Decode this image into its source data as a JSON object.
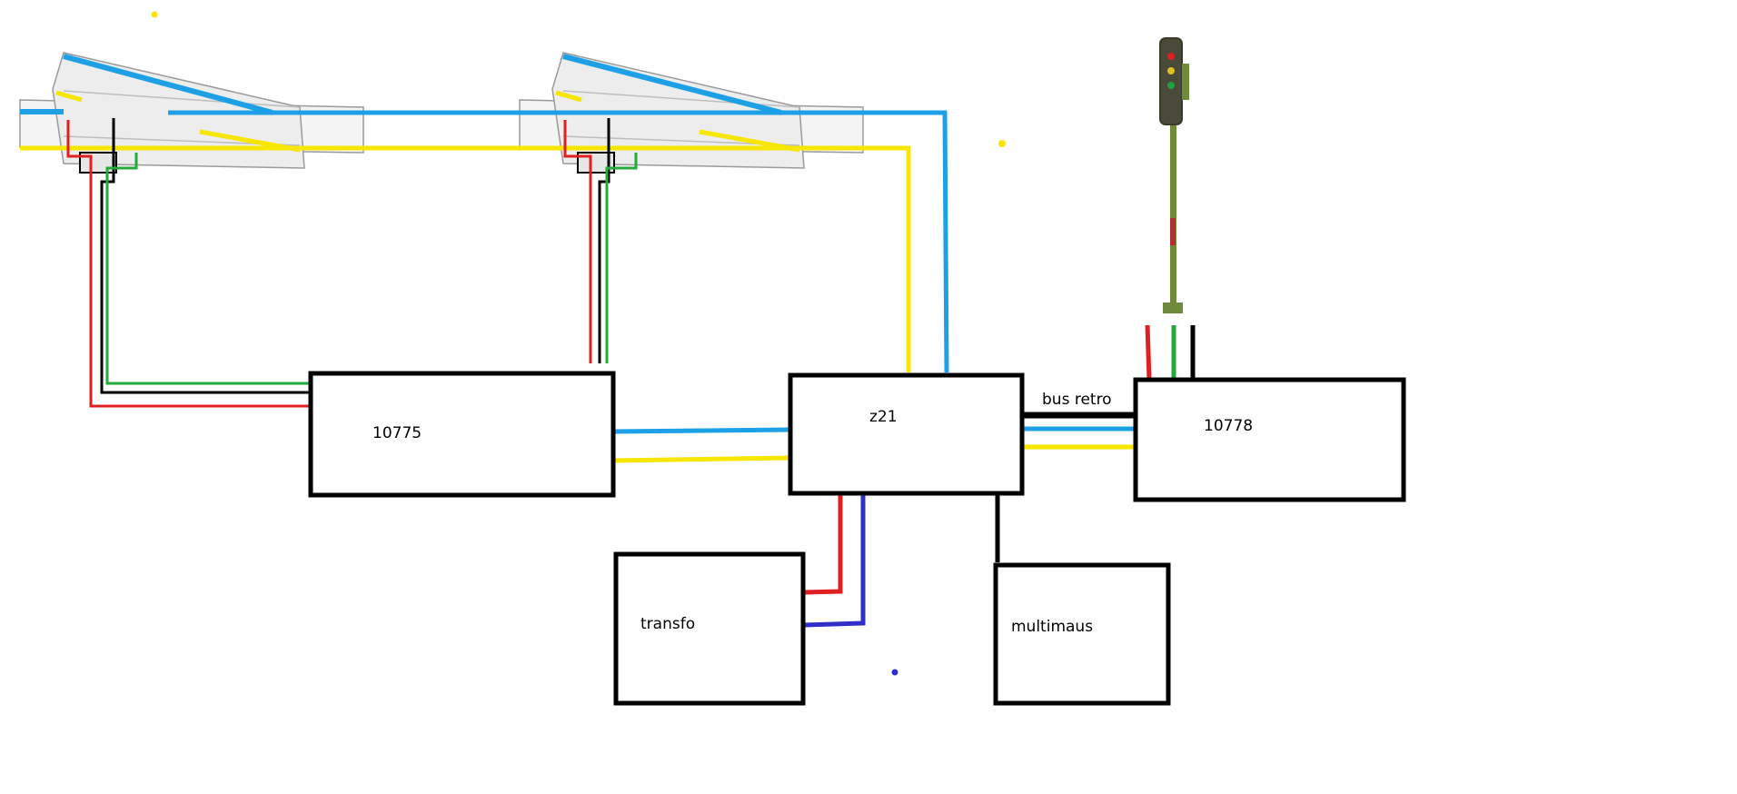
{
  "boxes": {
    "decoder_turnout": "10775",
    "central": "z21",
    "decoder_signal": "10778",
    "power": "transfo",
    "controller": "multimaus"
  },
  "labels": {
    "bus": "bus retro"
  },
  "colors": {
    "wire_blue": "#1EA0E6",
    "wire_yellow": "#F6E600",
    "wire_red": "#E02020",
    "wire_green": "#22AA3A",
    "wire_black": "#000000",
    "wire_darkblue": "#3030C8",
    "signal_mast": "#6E8A3A"
  }
}
